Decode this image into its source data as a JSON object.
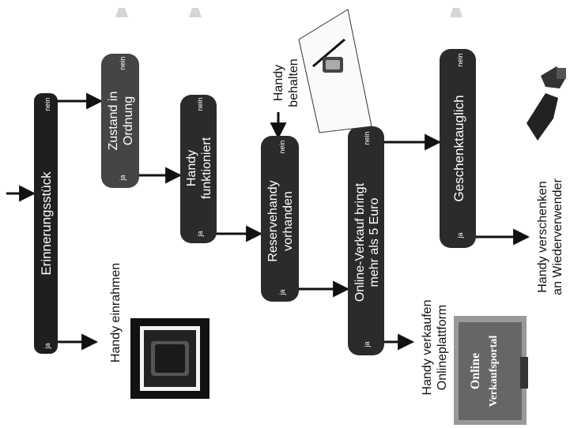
{
  "colors": {
    "node_fill": "#2a2a2a",
    "node_fill_light": "#5a5a5a",
    "arrow": "#111111",
    "label_text": "#ffffff",
    "outcome_text": "#111111"
  },
  "nodes": {
    "erinnerungsstueck": {
      "label": "Erinnerungsstück",
      "yes": "ja",
      "no": "nein"
    },
    "zustand": {
      "line1": "Zustand in",
      "line2": "Ordnung",
      "yes": "ja",
      "no": "nein"
    },
    "funktioniert": {
      "line1": "Handy",
      "line2": "funktioniert",
      "yes": "ja",
      "no": "nein"
    },
    "reservehandy": {
      "line1": "Reservehandy",
      "line2": "vorhanden",
      "yes": "ja",
      "no": "nein"
    },
    "onlineverkauf": {
      "line1": "Online-Verkauf bringt",
      "line2": "mehr als 5 Euro",
      "yes": "ja",
      "no": "nein"
    },
    "geschenktauglich": {
      "label": "Geschenktauglich",
      "yes": "ja",
      "no": "nein"
    }
  },
  "outcomes": {
    "einrahmen": {
      "label": "Handy einrahmen"
    },
    "behalten": {
      "line1": "Handy",
      "line2": "behalten"
    },
    "verkaufen": {
      "line1": "Handy verkaufen",
      "line2": "Onlineplattform"
    },
    "verschenken": {
      "line1": "Handy verschenken",
      "line2": "an Wiederverwender"
    }
  },
  "pictures": {
    "portal_text_line1": "Online",
    "portal_text_line2": "Verkaufsportal",
    "icons": [
      "framed-phone-icon",
      "phone-on-paper-icon",
      "laptop-screen-icon",
      "handshake-icon",
      "recycle-icon"
    ]
  }
}
